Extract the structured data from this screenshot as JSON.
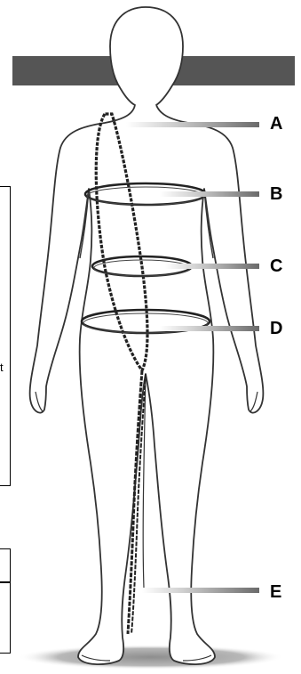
{
  "markers": {
    "a": "A",
    "b": "B",
    "c": "C",
    "d": "D",
    "e": "E"
  },
  "edge_text": "t",
  "colors": {
    "bar": "#555555",
    "outline": "#333333",
    "tape": "#222222",
    "leader": "#888888",
    "shadow": "#9a9a9a"
  }
}
